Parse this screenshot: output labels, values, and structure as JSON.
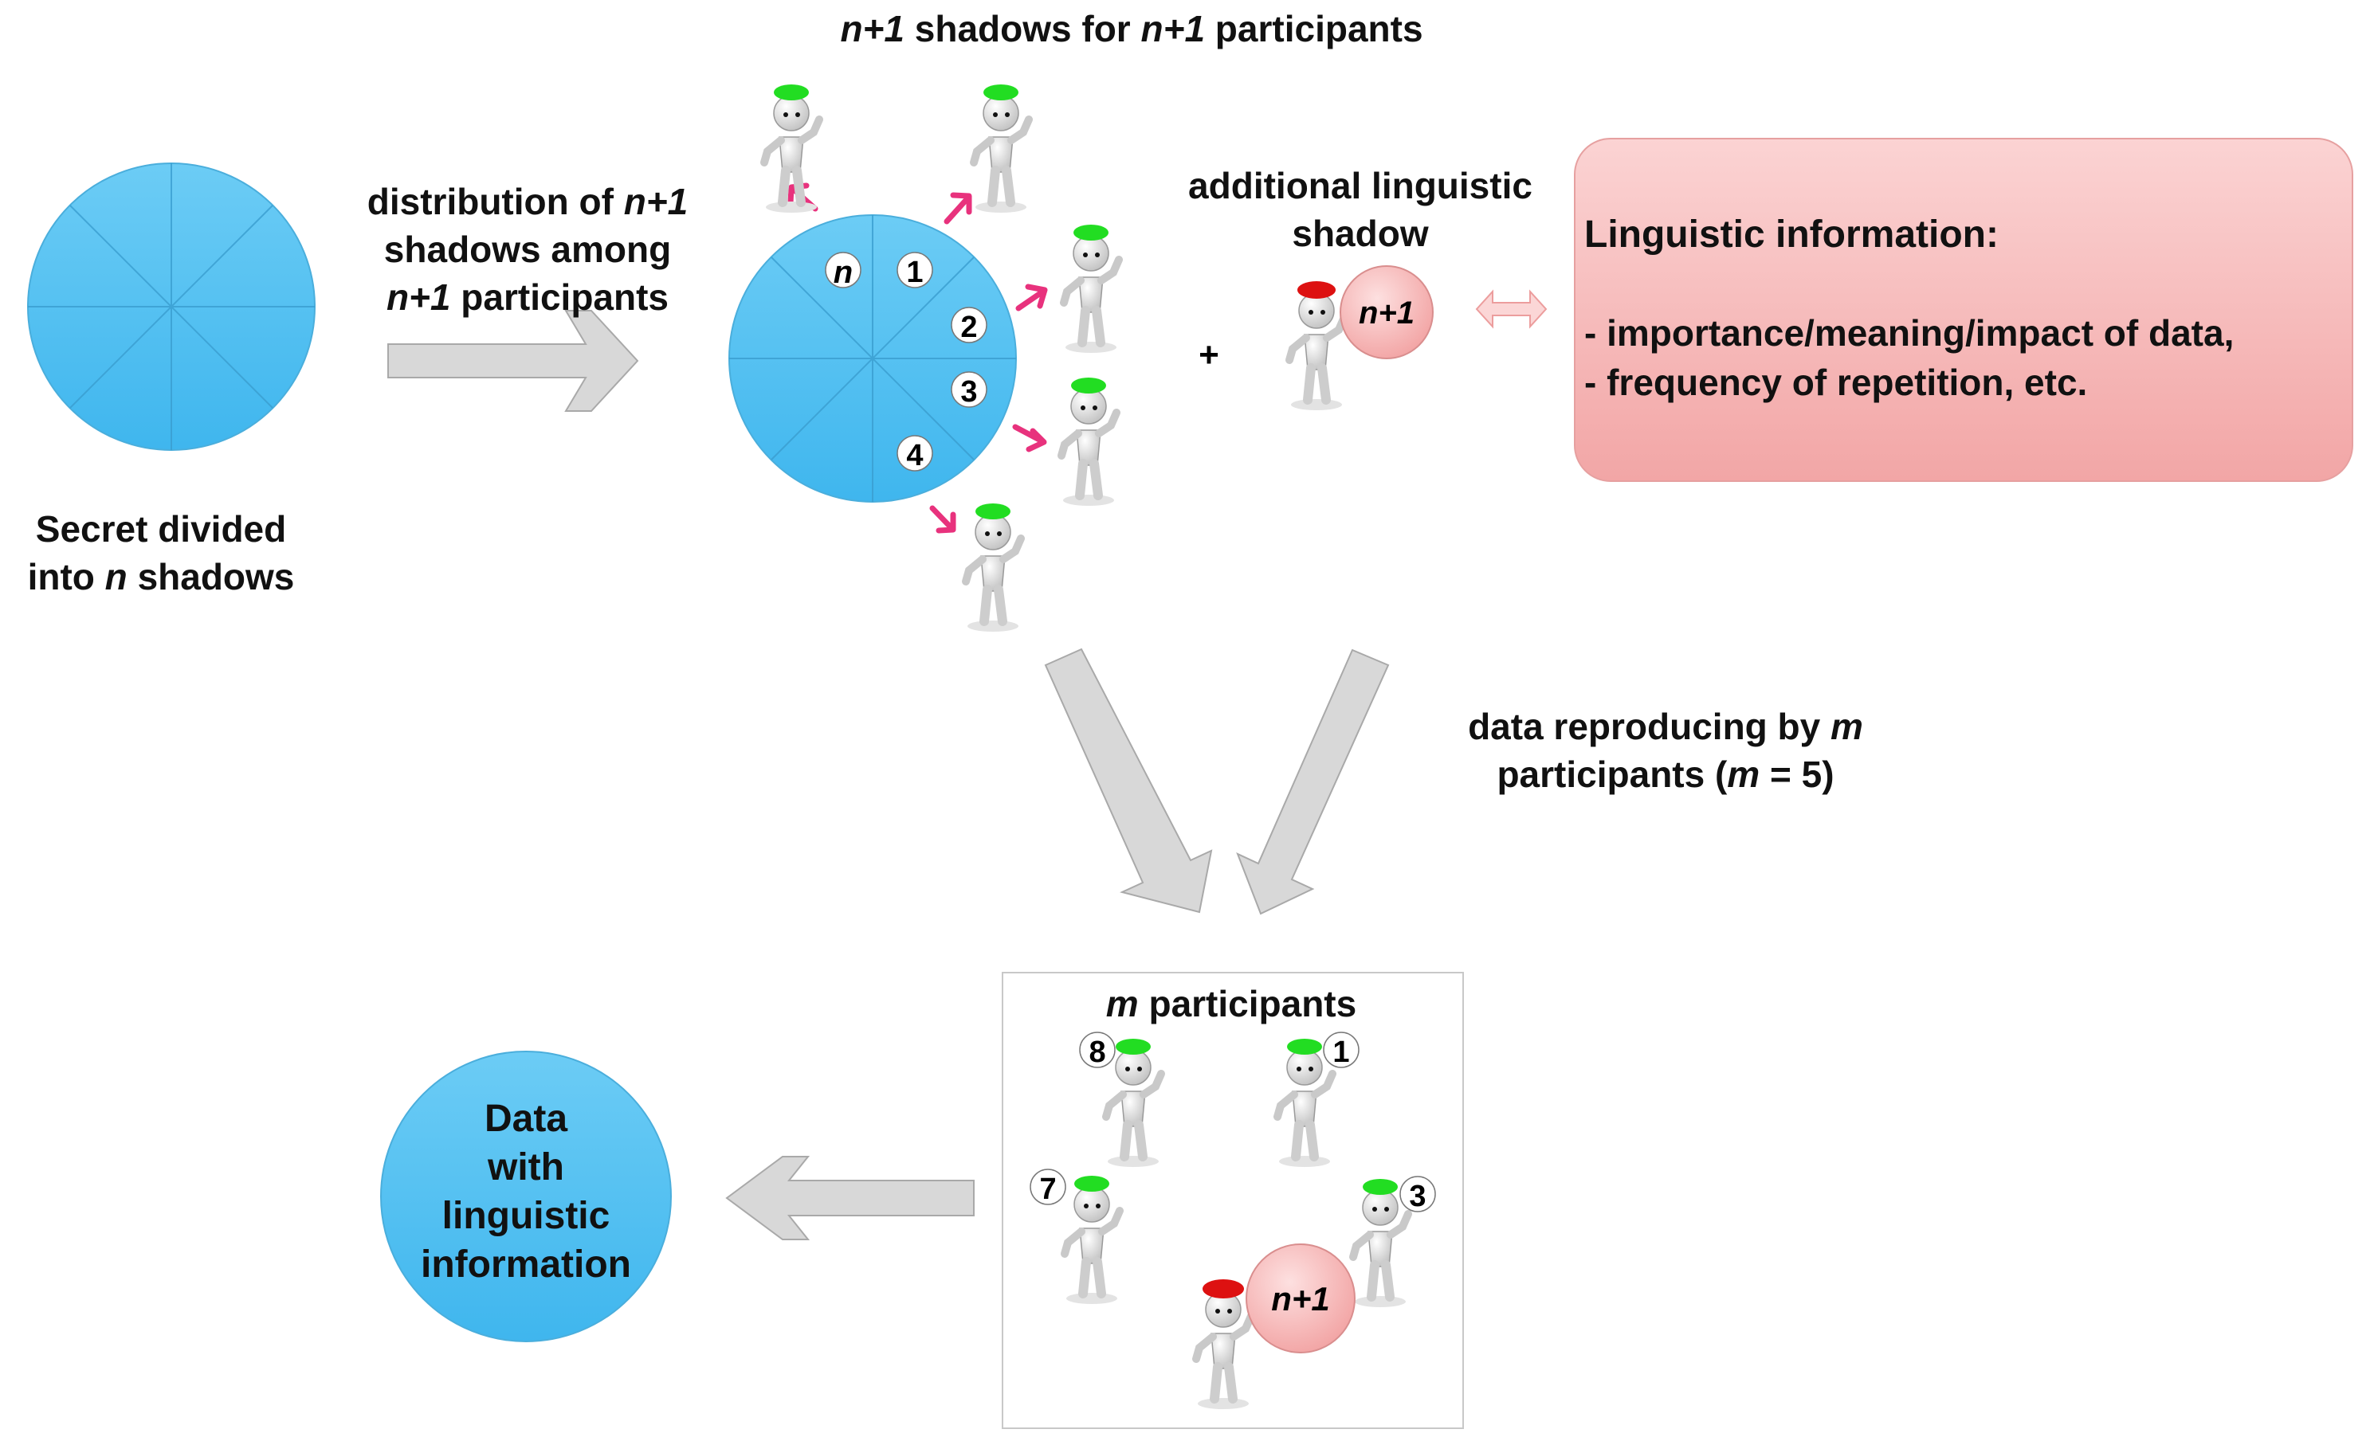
{
  "top_title": {
    "a": "n+1",
    "b": " shadows for ",
    "c": "n+1",
    "d": " participants"
  },
  "left_caption": {
    "line1": "Secret divided",
    "line2a": "into ",
    "line2b": "n",
    "line2c": " shadows"
  },
  "distribution": {
    "line1a": "distribution of ",
    "line1b": "n+1",
    "line2": "shadows among",
    "line3a": "n+1",
    "line3b": " participants"
  },
  "additional": {
    "line1": "additional linguistic",
    "line2": "shadow"
  },
  "plus_sign": "+",
  "info": {
    "title": "Linguistic information:",
    "item1": "- importance/meaning/impact of data,",
    "item2": "- frequency of repetition, etc."
  },
  "reproducing": {
    "line1a": "data reproducing by ",
    "line1b": "m",
    "line2a": "participants (",
    "line2b": "m",
    "line2c": " = 5)"
  },
  "m_box_title": {
    "a": "m",
    "b": " participants"
  },
  "result_circle": {
    "line1": "Data",
    "line2": "with",
    "line3": "linguistic",
    "line4": "information"
  },
  "pie_labels": [
    "n",
    "1",
    "2",
    "3",
    "4"
  ],
  "extra_label": "n+1",
  "selected_shadows": [
    "8",
    "1",
    "7",
    "3"
  ],
  "colors": {
    "secret_blue": "#5ec6f3",
    "pink_box": "#f7b9b9",
    "arrow_magenta": "#e8327d",
    "green_cap": "#22dd22",
    "red_cap": "#dd1111",
    "arrow_gray": "#d4d4d4"
  }
}
